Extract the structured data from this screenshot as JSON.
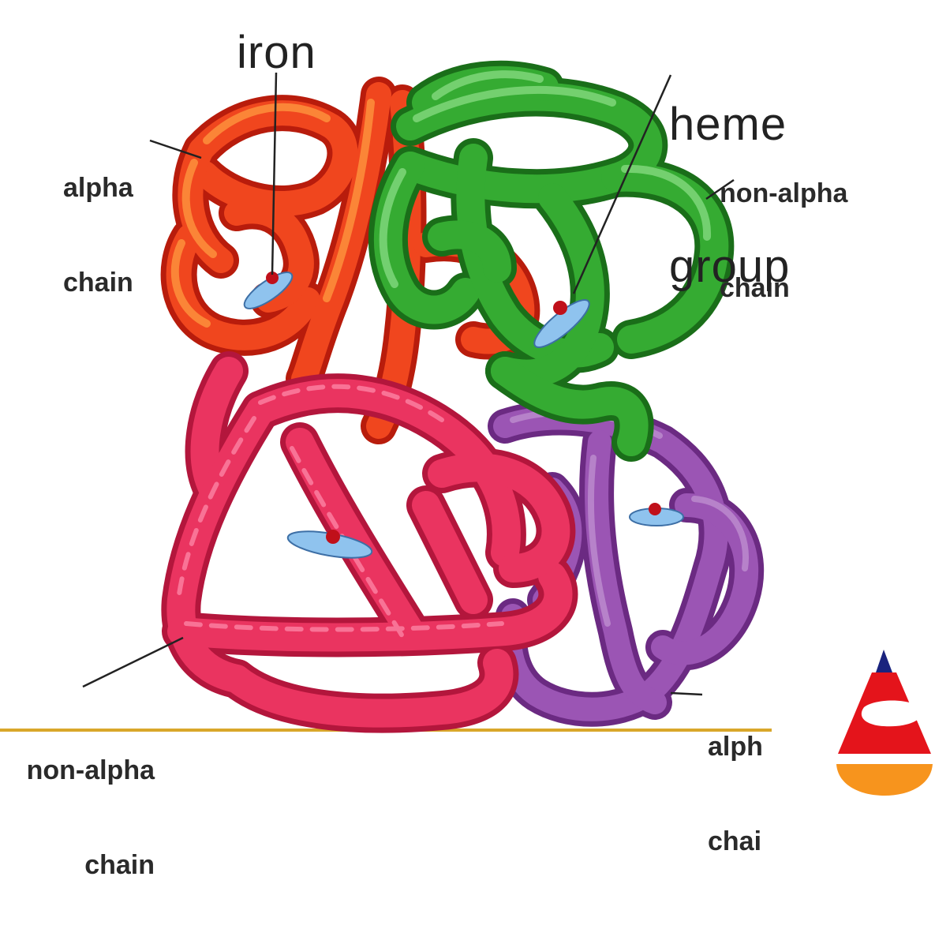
{
  "labels": {
    "alpha_chain_top_left": [
      "alpha",
      "chain"
    ],
    "non_alpha_chain_top_right": [
      "non-alpha",
      "chain"
    ],
    "iron": "iron",
    "heme_group": [
      "heme",
      "group"
    ],
    "non_alpha_chain_bottom_left": [
      "non-alpha",
      "chain"
    ],
    "alpha_chain_bottom_right": [
      "alph",
      "chai"
    ]
  },
  "colors": {
    "alpha_chain_top": "#e8341c",
    "non_alpha_chain_top": "#2ea02c",
    "non_alpha_chain_bottom": "#e52a55",
    "alpha_chain_bottom": "#8a3fa0",
    "heme_group": "#8fc3ee",
    "iron": "#c0101a",
    "baseline": "#d9a72a",
    "label_text": "#2a2a2a"
  },
  "logo": {
    "icon": "turkey-map-drop-logo",
    "colors": [
      "#1a237e",
      "#e4141b",
      "#ffffff",
      "#f7941d"
    ]
  }
}
